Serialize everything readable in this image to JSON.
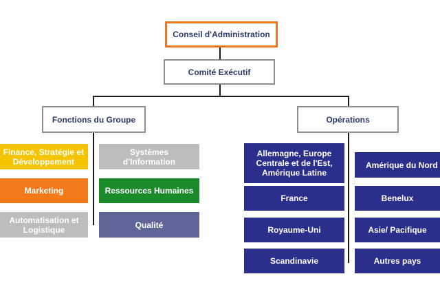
{
  "top": {
    "board": "Conseil d'Administration",
    "executive": "Comité Exécutif"
  },
  "branches": {
    "group_functions": {
      "label": "Fonctions du Groupe",
      "items": [
        {
          "label": "Finance, Stratégie et\nDéveloppement",
          "color": "#f5c400"
        },
        {
          "label": "Systèmes\nd'Information",
          "color": "#bdbdbd"
        },
        {
          "label": "Marketing",
          "color": "#f27a1a"
        },
        {
          "label": "Ressources Humaines",
          "color": "#1b8a2a"
        },
        {
          "label": "Automatisation et\nLogistique",
          "color": "#bdbdbd"
        },
        {
          "label": "Qualité",
          "color": "#5f6596"
        }
      ]
    },
    "operations": {
      "label": "Opérations",
      "items": [
        {
          "label": "Allemagne, Europe\nCentrale et de l'Est,\nAmérique Latine",
          "color": "#2a2f8c"
        },
        {
          "label": "Amérique du Nord",
          "color": "#2a2f8c"
        },
        {
          "label": "France",
          "color": "#2a2f8c"
        },
        {
          "label": "Benelux",
          "color": "#2a2f8c"
        },
        {
          "label": "Royaume-Uni",
          "color": "#2a2f8c"
        },
        {
          "label": "Asie/ Pacifique",
          "color": "#2a2f8c"
        },
        {
          "label": "Scandinavie",
          "color": "#2a2f8c"
        },
        {
          "label": "Autres pays",
          "color": "#2a2f8c"
        }
      ]
    }
  },
  "colors": {
    "board_border": "#ec7a1c",
    "box_border": "#8e8e8e",
    "box_text": "#2b3a6b",
    "connector": "#1a1a1a"
  }
}
